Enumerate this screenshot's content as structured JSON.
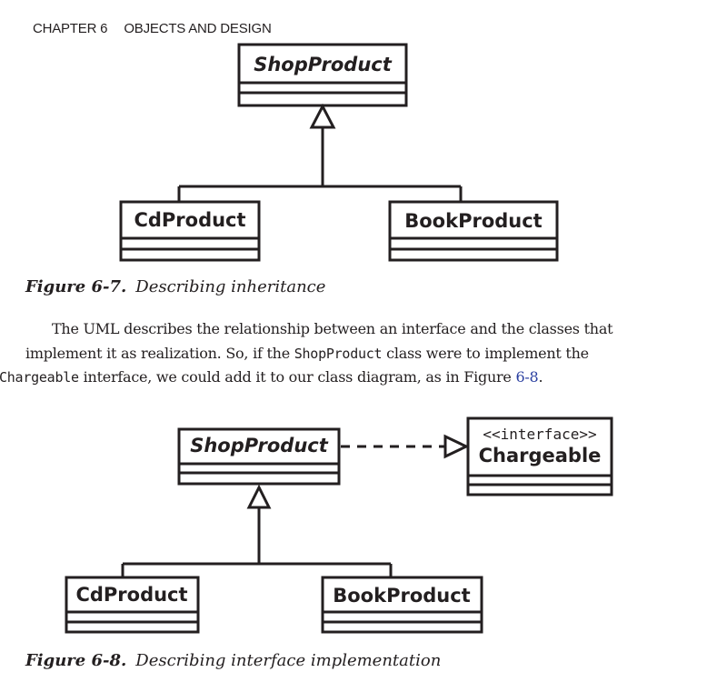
{
  "running_head": {
    "chapter": "CHAPTER 6",
    "section": "OBJECTS AND DESIGN"
  },
  "figure_7": {
    "number": "Figure 6-7.",
    "title": "Describing inheritance",
    "classes": {
      "parent": "ShopProduct",
      "child_left": "CdProduct",
      "child_right": "BookProduct"
    }
  },
  "paragraph": {
    "t1": "The UML describes the relationship between an interface and the classes that implement it as realization. So, if the ",
    "code1": "ShopProduct",
    "t2": " class were to implement the ",
    "code2": "Chargeable",
    "t3": " interface, we could add it to our class diagram, as in Figure ",
    "ref": "6-8",
    "t4": "."
  },
  "figure_8": {
    "number": "Figure 6-8.",
    "title": "Describing interface implementation",
    "classes": {
      "parent": "ShopProduct",
      "interface_stereotype": "<<interface>>",
      "interface": "Chargeable",
      "child_left": "CdProduct",
      "child_right": "BookProduct"
    }
  },
  "colors": {
    "ink": "#231f20",
    "link": "#2a3fa0"
  }
}
